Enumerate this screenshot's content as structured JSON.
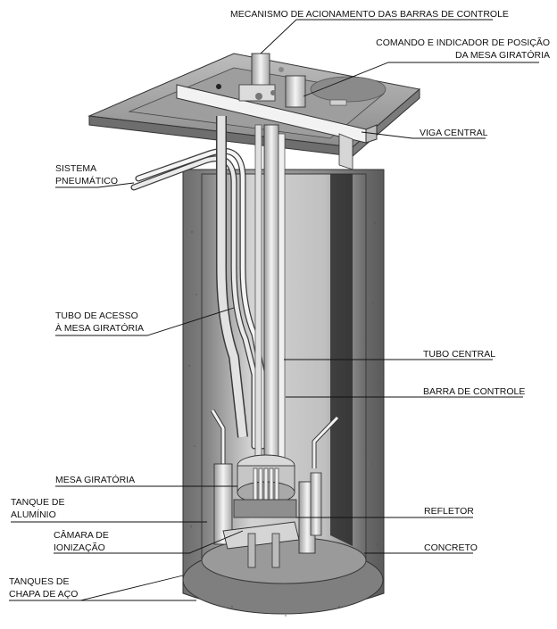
{
  "labels": {
    "mechanism": "MECANISMO DE ACIONAMENTO DAS BARRAS DE CONTROLE",
    "command_1": "COMANDO E INDICADOR DE POSIÇÃO",
    "command_2": "DA MESA GIRATÓRIA",
    "central_beam": "VIGA CENTRAL",
    "pneumatic_1": "SISTEMA",
    "pneumatic_2": "PNEUMÁTICO",
    "access_tube_1": "TUBO DE ACESSO",
    "access_tube_2": "À MESA GIRATÓRIA",
    "central_tube": "TUBO CENTRAL",
    "control_rod": "BARRA DE CONTROLE",
    "rotary_table": "MESA GIRATÓRIA",
    "aluminum_tank_1": "TANQUE DE",
    "aluminum_tank_2": "ALUMÍNIO",
    "ion_chamber_1": "CÂMARA DE",
    "ion_chamber_2": "IONIZAÇÃO",
    "reflector": "REFLETOR",
    "concrete": "CONCRETO",
    "steel_tanks_1": "TANQUES DE",
    "steel_tanks_2": "CHAPA DE AÇO"
  },
  "colors": {
    "concrete": "#8f8f8f",
    "concrete_dark": "#5e5e5e",
    "interior": "#c9c9c9",
    "interior_dark": "#7a7a7a",
    "metal": "#e8e8e8",
    "ink": "#111111"
  }
}
